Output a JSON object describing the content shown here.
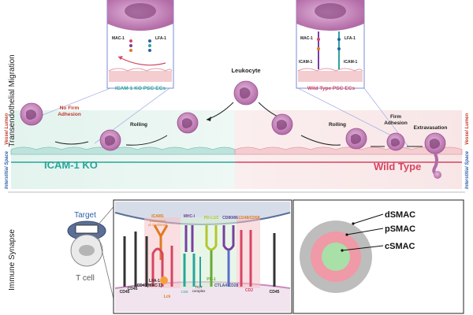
{
  "sections": {
    "top": "Transendothelial Migration",
    "bottom": "Immune Synapse"
  },
  "lumen": {
    "left": "Vessel Lumen",
    "right": "Vessel Lumen"
  },
  "interstitial": {
    "left": "Interstitial Space",
    "right": "Interstitial Space"
  },
  "regions": {
    "ko": "ICAM-1 KO",
    "wt": "Wild Type"
  },
  "leukocyte": "Leukocyte",
  "steps": {
    "no_firm_1": "No Firm",
    "no_firm_2": "Adhesion",
    "rolling_ko": "Rolling",
    "rolling_wt": "Rolling",
    "firm_1": "Firm",
    "firm_2": "Adhesion",
    "extravasation": "Extravasation"
  },
  "insets": {
    "ko_caption": "ICAM-1 KO PSC-ECs",
    "wt_caption": "Wild Type PSC-ECs",
    "ko_mac1": "MAC-1",
    "ko_lfa1": "LFA-1",
    "wt_mac1": "MAC-1",
    "wt_lfa1": "LFA-1",
    "wt_icam1_left": "ICAM-1",
    "wt_icam1_right": "ICAM-1"
  },
  "synapse": {
    "target": "Target",
    "tcell": "T cell",
    "icam1_1": "ICAM1",
    "icam1_2": "(monomer",
    "icam1_3": "or multimer)",
    "mhc": "MHC-I",
    "pdl": "PD-L1/2",
    "cd80": "CD80/86",
    "cd48": "CD48/CD58",
    "cd45_left": "CD45",
    "cd45_2": "CD45",
    "cd43": "CD43",
    "lfa1_1": "LFA-1",
    "lfa1_2": "(MAC-1)",
    "lck": "Lck",
    "cd8": "CD8",
    "tcr_1": "TCR",
    "tcr_2": "complex",
    "pd1": "PD-1",
    "ctla4": "CTLA4",
    "cd28": "CD28",
    "cd2": "CD2",
    "cd45_right": "CD45"
  },
  "smac": {
    "outer": "dSMAC",
    "middle": "pSMAC",
    "inner": "cSMAC"
  },
  "colors": {
    "ko_teal": "#2aa59a",
    "wt_red": "#d64563",
    "leuko_purple": "#b26aa6",
    "smac_grey": "#bdbdbd",
    "smac_pink": "#ef9aa6",
    "smac_green": "#a9e0a7"
  }
}
